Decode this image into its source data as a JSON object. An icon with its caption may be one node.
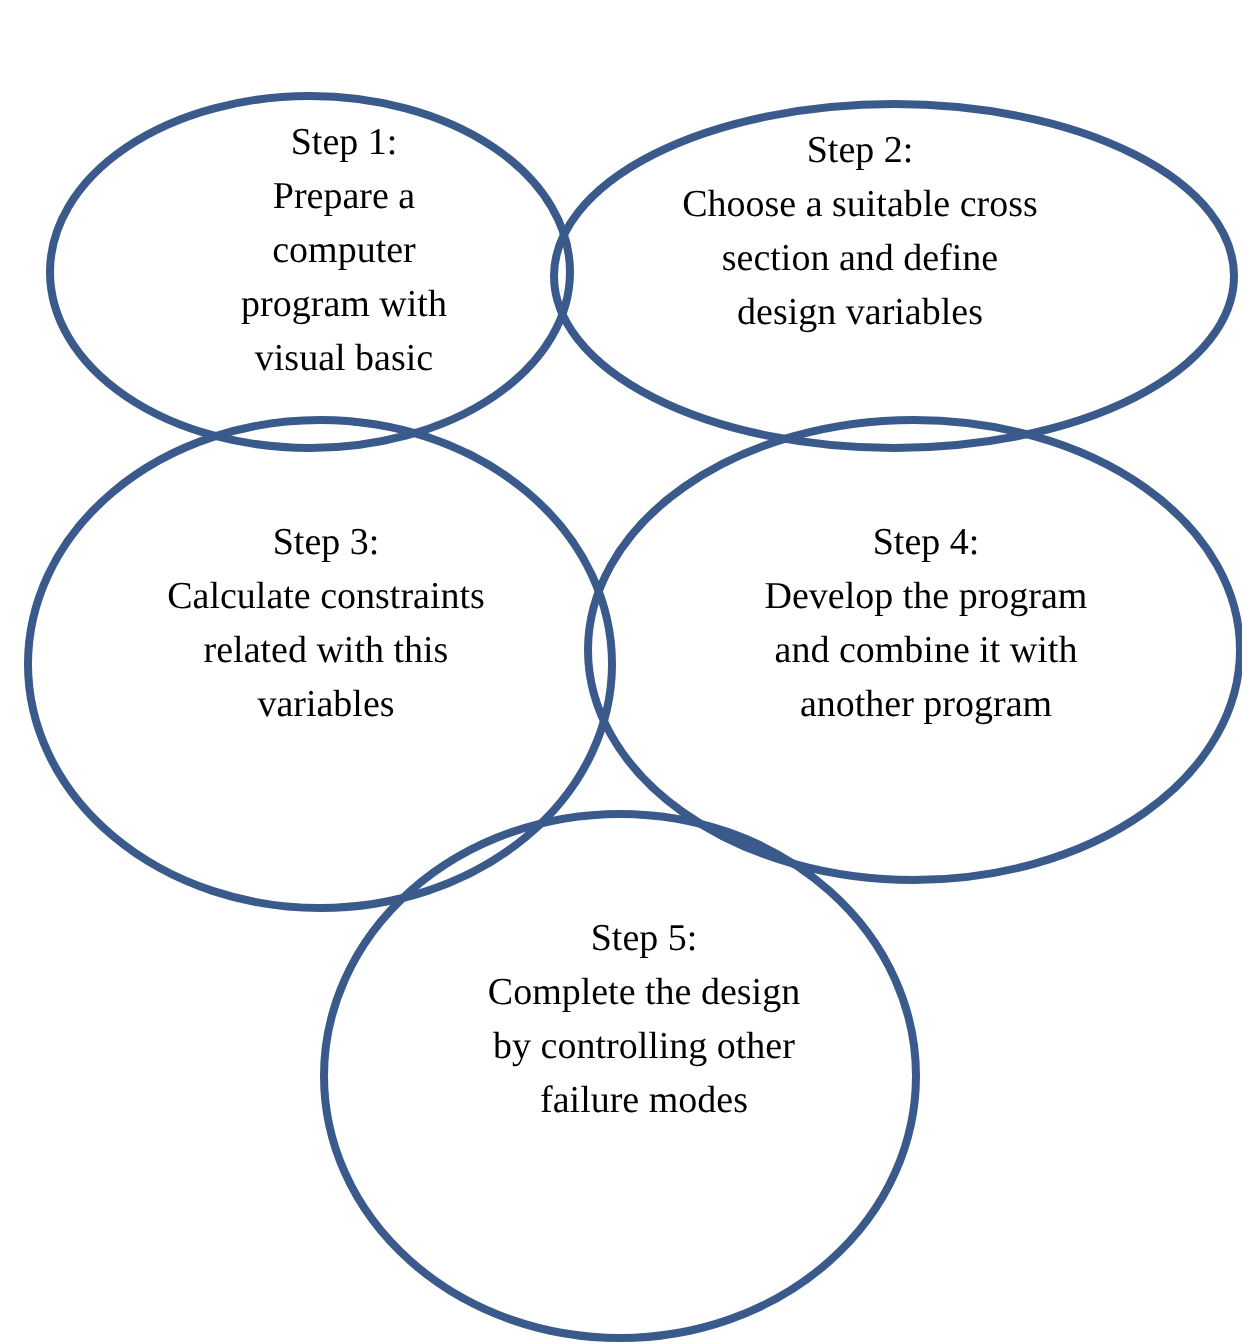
{
  "diagram": {
    "nodes": [
      {
        "text": [
          "Step 1:",
          "Prepare a computer program with visual basic"
        ]
      },
      {
        "text": [
          "Step 2:",
          "Choose a suitable cross section and define design variables"
        ]
      },
      {
        "text": [
          "Step 3:",
          "Calculate constraints related with this variables"
        ]
      },
      {
        "text": [
          "Step 4:",
          "Develop the program and combine it with another program"
        ]
      },
      {
        "text": [
          "Step 5:",
          "Complete the design by controlling other failure modes"
        ]
      }
    ]
  }
}
